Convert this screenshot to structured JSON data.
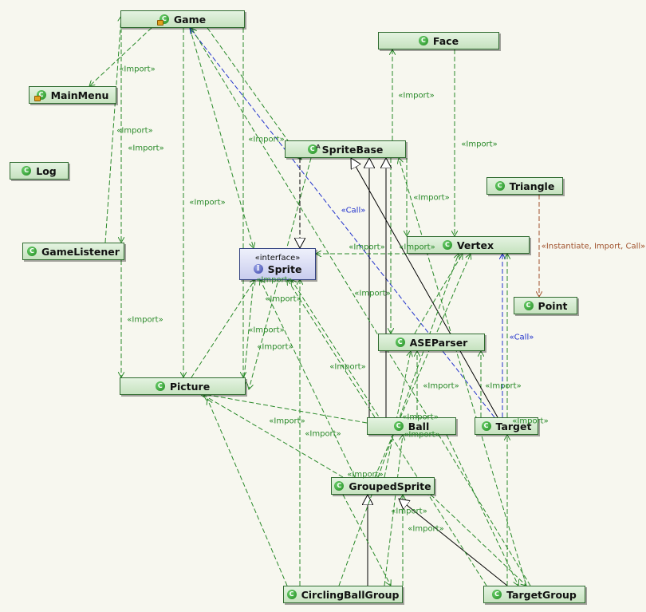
{
  "nodes": [
    {
      "id": "game",
      "name": "Game",
      "icon": "class-icon"
    },
    {
      "id": "mainmenu",
      "name": "MainMenu",
      "icon": "class-icon"
    },
    {
      "id": "log",
      "name": "Log",
      "icon": "class-icon"
    },
    {
      "id": "gamelistener",
      "name": "GameListener",
      "icon": "class-icon"
    },
    {
      "id": "picture",
      "name": "Picture",
      "icon": "class-icon"
    },
    {
      "id": "sprite",
      "name": "Sprite",
      "stereotype": "«interface»",
      "icon": "interface-icon"
    },
    {
      "id": "spritebase",
      "name": "SpriteBase",
      "icon": "abstract-class-icon"
    },
    {
      "id": "face",
      "name": "Face",
      "icon": "class-icon"
    },
    {
      "id": "vertex",
      "name": "Vertex",
      "icon": "class-icon"
    },
    {
      "id": "triangle",
      "name": "Triangle",
      "icon": "class-icon"
    },
    {
      "id": "point",
      "name": "Point",
      "icon": "class-icon"
    },
    {
      "id": "aseparser",
      "name": "ASEParser",
      "icon": "class-icon"
    },
    {
      "id": "ball",
      "name": "Ball",
      "icon": "class-icon"
    },
    {
      "id": "target",
      "name": "Target",
      "icon": "class-icon"
    },
    {
      "id": "groupedsprite",
      "name": "GroupedSprite",
      "icon": "class-icon"
    },
    {
      "id": "circlingballgroup",
      "name": "CirclingBallGroup",
      "icon": "class-icon"
    },
    {
      "id": "targetgroup",
      "name": "TargetGroup",
      "icon": "class-icon"
    }
  ],
  "edge_labels": {
    "import": "«Import»",
    "call": "«Call»",
    "instantiate": "«Instantiate, Import, Call»"
  },
  "colors": {
    "dependency": "#2a8a2a",
    "call": "#2233cc",
    "instantiate": "#a0522d",
    "generalization": "#000000"
  }
}
